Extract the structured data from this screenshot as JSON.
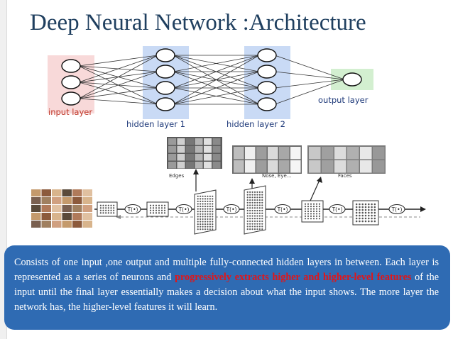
{
  "slide": {
    "title": "Deep Neural Network :Architecture"
  },
  "network": {
    "input_label": "input layer",
    "hidden1_label": "hidden layer 1",
    "hidden2_label": "hidden layer 2",
    "output_label": "output layer"
  },
  "features": {
    "edges_label": "Edges",
    "nose_label": "Nose, Eye...",
    "faces_label": "Faces",
    "transform_label": "T(•)"
  },
  "caption": {
    "part1": "Consists of one input ,one output and multiple fully-connected hidden layers in between. Each layer is represented as a series of neurons and ",
    "highlight": "progressively extracts higher and higher-level features",
    "part2": " of the input until the final layer essentially makes a decision about what the input shows. The more layer the network has, the higher-level features it will learn."
  },
  "colors": {
    "title": "#1f3f5f",
    "caption_bg": "#2f6bb3",
    "highlight": "#e0161a",
    "input_box": "#f8d9d9",
    "hidden_box": "#c9daf5",
    "output_box": "#d3efd0",
    "label_red": "#c0392b",
    "label_blue": "#1f3a7a"
  }
}
